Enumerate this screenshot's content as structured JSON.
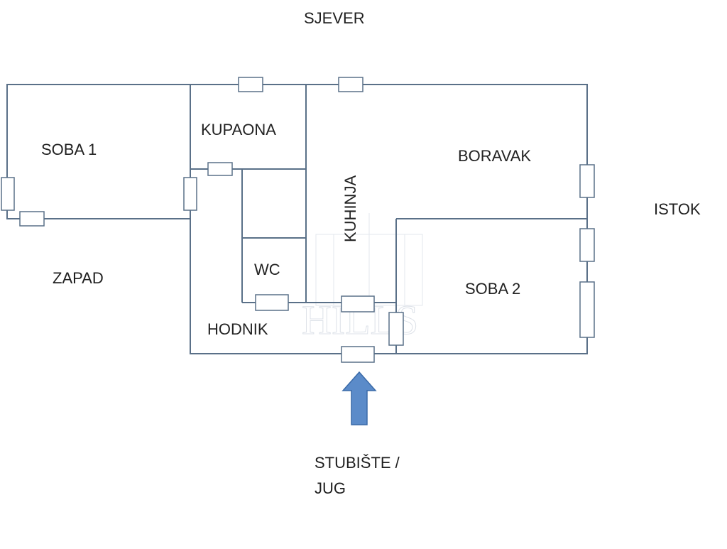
{
  "compass": {
    "north": "SJEVER",
    "east": "ISTOK",
    "west": "ZAPAD",
    "south_line1": "STUBIŠTE /",
    "south_line2": "JUG"
  },
  "rooms": {
    "soba1": "SOBA 1",
    "kupaona": "KUPAONA",
    "boravak": "BORAVAK",
    "kuhinja": "KUHINJA",
    "wc": "WC",
    "hodnik": "HODNIK",
    "soba2": "SOBA 2"
  },
  "watermark": {
    "brand": "HILLS"
  },
  "colors": {
    "wall": "#5a7088",
    "entrance_arrow": "#5b8bc9",
    "entrance_arrow_outline": "#3a6aa8",
    "watermark": "#d9dee6"
  }
}
